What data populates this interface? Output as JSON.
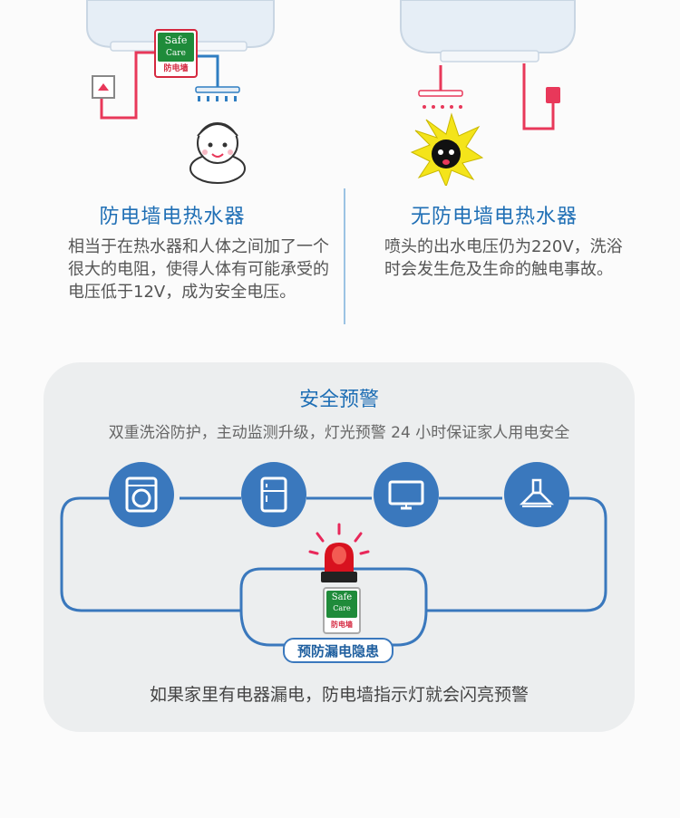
{
  "left": {
    "title": "防电墙电热水器",
    "desc": "相当于在热水器和人体之间加了一个很大的电阻，使得人体有可能承受的电压低于12V，成为安全电压。"
  },
  "right": {
    "title": "无防电墙电热水器",
    "desc": "喷头的出水电压仍为220V，洗浴时会发生危及生命的触电事故。"
  },
  "logo": {
    "line1": "Safe",
    "line2": "Care",
    "sub": "防电墙"
  },
  "panel": {
    "title": "安全预警",
    "subtitle": "双重洗浴防护，主动监测升级，灯光预警 24 小时保证家人用电安全",
    "badge": "预防漏电隐患",
    "footer": "如果家里有电器漏电，防电墙指示灯就会闪亮预警"
  },
  "appliances": [
    "washing-machine-icon",
    "refrigerator-icon",
    "monitor-icon",
    "range-hood-icon"
  ],
  "colors": {
    "accent": "#1f6fb5",
    "appliance_bg": "#3a78bd",
    "wire_red": "#e8385a",
    "wire_blue": "#2f7ec2",
    "logo_green": "#1f8b3a"
  }
}
